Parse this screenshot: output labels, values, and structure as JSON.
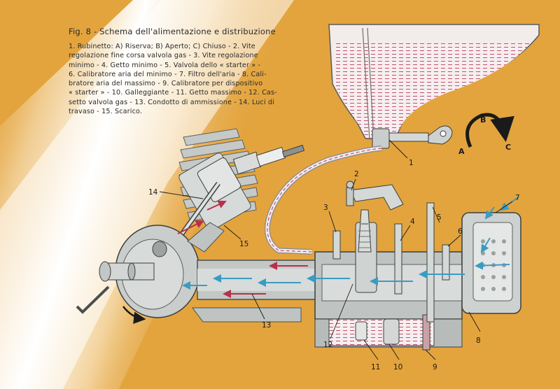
{
  "figure": {
    "title": "Fig. 8 - Schema dell'alimentazione e distribuzione",
    "legend_lines": [
      "1. Rubinetto: A) Riserva; B) Aperto; C) Chiuso - 2. Vite",
      "regolazione fine corsa valvola gas - 3. Vite regolazione",
      "minimo - 4. Getto minimo - 5. Valvola dello « starter » -",
      "6. Calibratore aria del minimo - 7. Filtro dell'aria - 8. Cali-",
      "bratore aria del massimo - 9. Calibratore per dispositivo",
      "« starter » - 10. Galleggiante - 11. Getto massimo - 12. Cas-",
      "setto valvola gas - 13. Condotto di ammissione - 14. Luci di",
      "travaso - 15. Scarico."
    ]
  },
  "callouts": [
    "1",
    "2",
    "3",
    "4",
    "5",
    "6",
    "7",
    "8",
    "9",
    "10",
    "11",
    "12",
    "13",
    "14",
    "15"
  ],
  "tap_positions": [
    "A",
    "B",
    "C"
  ],
  "colors": {
    "background": "#e3a43e",
    "metal": "#bfc5c3",
    "fuel": "#c0506a",
    "air_flow": "#3a9bc4",
    "ink": "#1a1a1a"
  }
}
